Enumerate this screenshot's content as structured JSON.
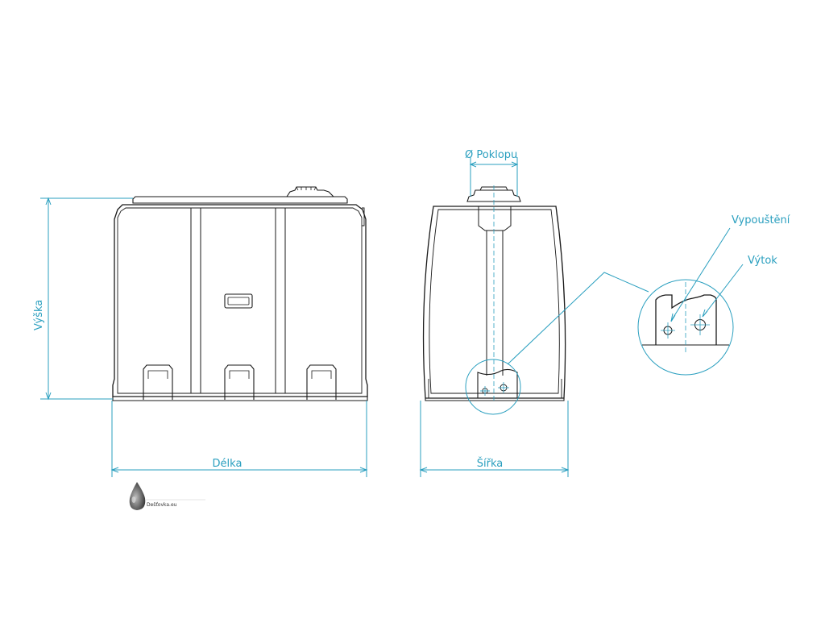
{
  "labels": {
    "height": "Výška",
    "length": "Délka",
    "width": "Šířka",
    "lid_diameter": "Ø  Poklopu",
    "drain": "Vypouštění",
    "outlet": "Výtok"
  },
  "logo": {
    "text": "Dešťovka.eu",
    "icon": "water-drop-icon"
  },
  "colors": {
    "dimension": "#2a9fbf",
    "outline": "#1a1a1a"
  }
}
